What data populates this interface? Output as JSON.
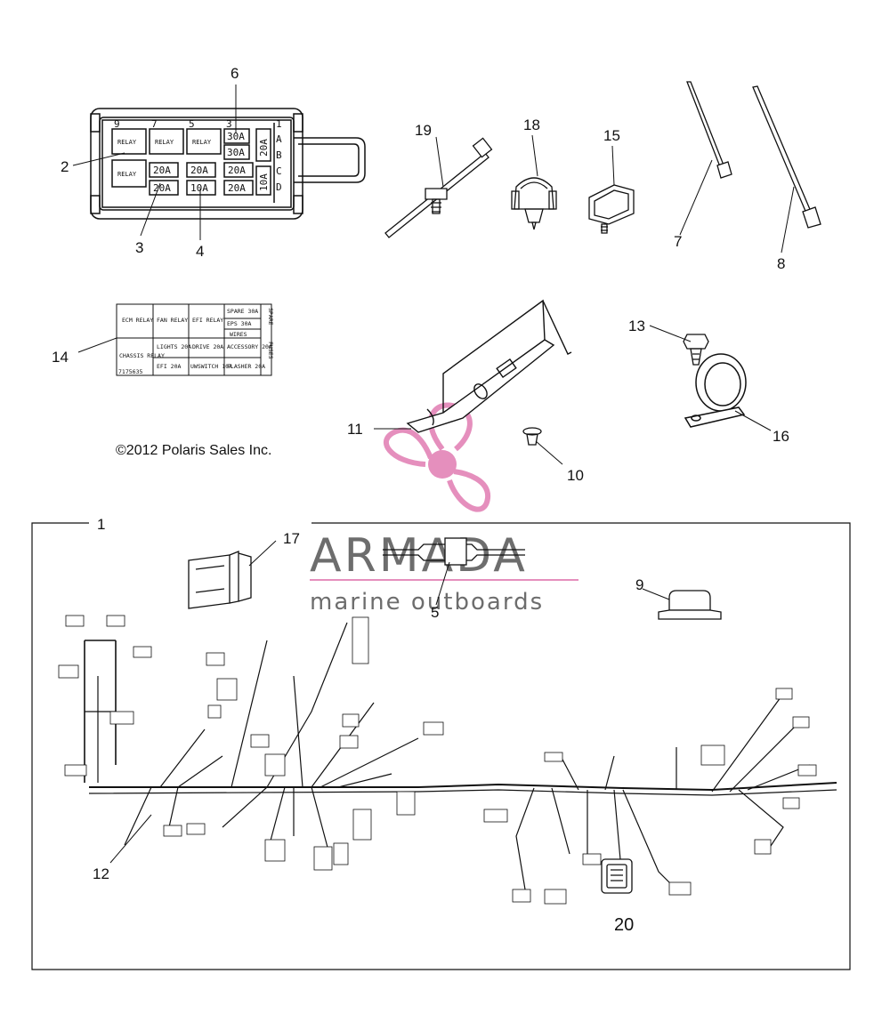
{
  "copyright": "©2012 Polaris Sales Inc.",
  "watermark": {
    "title": "ARMADA",
    "subtitle": "marine outboards",
    "accent_color": "#e58fbd",
    "text_color": "#6d6d6d"
  },
  "callouts": {
    "c1": "1",
    "c2": "2",
    "c3": "3",
    "c4": "4",
    "c5": "5",
    "c6": "6",
    "c7": "7",
    "c8": "8",
    "c9": "9",
    "c10": "10",
    "c11": "11",
    "c12": "12",
    "c13": "13",
    "c14": "14",
    "c15": "15",
    "c16": "16",
    "c17": "17",
    "c18": "18",
    "c19": "19",
    "c20": "20"
  },
  "fuse_box": {
    "top_numbers": [
      "9",
      "7",
      "5",
      "3",
      "1"
    ],
    "side_letters": [
      "A",
      "B",
      "C",
      "D"
    ],
    "relays": [
      "RELAY",
      "RELAY",
      "RELAY",
      "RELAY"
    ],
    "fuses_top": [
      "30A",
      "30A"
    ],
    "fuses_mid": [
      "20A",
      "20A",
      "20A"
    ],
    "fuses_bot": [
      "20A",
      "10A",
      "20A"
    ],
    "fuses_vertical": [
      "20A",
      "10A"
    ]
  },
  "label_decal": {
    "ecm_relay": "ECM RELAY",
    "fan_relay": "FAN RELAY",
    "efi_relay": "EFI RELAY",
    "spare": "SPARE 30A",
    "eps": "EPS 30A",
    "wires": "WIRES",
    "lights": "LIGHTS 20A",
    "drive": "DRIVE 20A",
    "accessory": "ACCESSORY 20A",
    "chassis_relay": "CHASSIS RELAY",
    "efi": "EFI 20A",
    "usbswitch": "UWSWITCH 10A",
    "flasher": "FLASHER 20A",
    "part_no": "7175635",
    "side_spare": "SPARE",
    "side_fuses": "FUSES"
  }
}
